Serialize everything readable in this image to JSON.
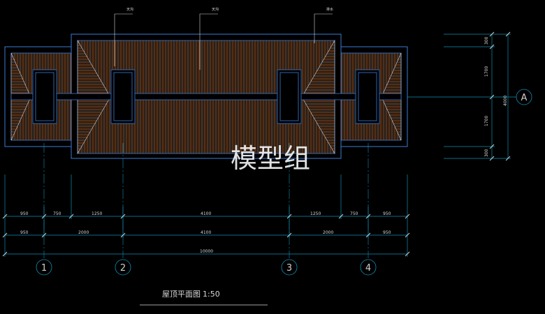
{
  "watermark": "模型组",
  "plan_title": "屋顶平面图",
  "plan_scale": "1:50",
  "annotations": [
    "天沟",
    "天沟",
    "排水"
  ],
  "axes": [
    "1",
    "2",
    "3",
    "4"
  ],
  "axis_a": "A",
  "dim_row1": [
    "950",
    "750",
    "1250",
    "4100",
    "1250",
    "750",
    "950"
  ],
  "dim_row2": [
    "950",
    "2000",
    "4100",
    "2000",
    "950"
  ],
  "dim_total": "10000",
  "right_dims": [
    "300",
    "1700",
    "1700",
    "300"
  ],
  "right_total": "4000",
  "colors": {
    "outline": "#3a7bd5",
    "hatch": "#c8641e",
    "dim": "#0e8fb4",
    "text": "#d8d8d8"
  }
}
